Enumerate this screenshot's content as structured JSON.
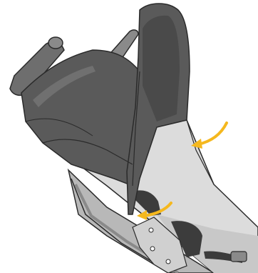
{
  "figure": {
    "subject": "stroller-seat-canopy-illustration",
    "colors": {
      "canopy": "#5a5a5a",
      "canopy_shade": "#4a4a4a",
      "canopy_highlight": "#707070",
      "seat_pad": "#dcdcdc",
      "seat_pad_shade": "#c8c8c8",
      "frame": "#8a8a8a",
      "frame_light": "#b8b8b8",
      "handlebar": "#6e6e6e",
      "harness": "#3c3c3c",
      "outline": "#2a2a2a",
      "arrow": "#f5b81e",
      "background": "#ffffff"
    },
    "arrows": [
      {
        "name": "arrow-upper",
        "direction": "inward-left"
      },
      {
        "name": "arrow-lower",
        "direction": "inward-left"
      }
    ]
  }
}
